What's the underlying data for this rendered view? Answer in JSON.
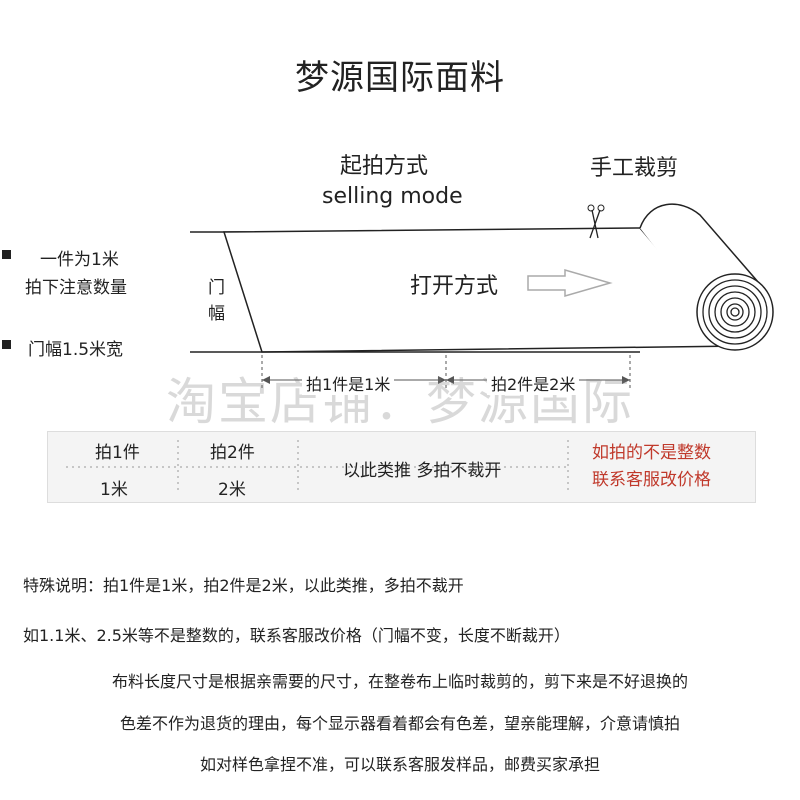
{
  "title": "梦源国际面料",
  "mode_cn": "起拍方式",
  "mode_en": "selling mode",
  "hand_cut": "手工裁剪",
  "left_notes": {
    "line1": "一件为1米",
    "line2": "拍下注意数量",
    "line3": "门幅1.5米宽"
  },
  "door_width": "门幅",
  "open_method": "打开方式",
  "measure1": "拍1件是1米",
  "measure2": "拍2件是2米",
  "watermark": "淘宝店铺：梦源国际",
  "table": {
    "col1_top": "拍1件",
    "col1_bottom": "1米",
    "col2_top": "拍2件",
    "col2_bottom": "2米",
    "middle": "以此类推  多拍不裁开",
    "red_line1": "如拍的不是整数",
    "red_line2": "联系客服改价格"
  },
  "notes": [
    "特殊说明：拍1件是1米，拍2件是2米，以此类推，多拍不裁开",
    "如1.1米、2.5米等不是整数的，联系客服改价格（门幅不变，长度不断裁开）",
    "布料长度尺寸是根据亲需要的尺寸，在整卷布上临时裁剪的，剪下来是不好退换的",
    "色差不作为退货的理由，每个显示器看着都会有色差，望亲能理解，介意请慎拍",
    "如对样色拿捏不准，可以联系客服发样品，邮费买家承担"
  ],
  "colors": {
    "text": "#222222",
    "red": "#c0392b",
    "table_bg": "#f4f4f4",
    "watermark": "#787878"
  }
}
